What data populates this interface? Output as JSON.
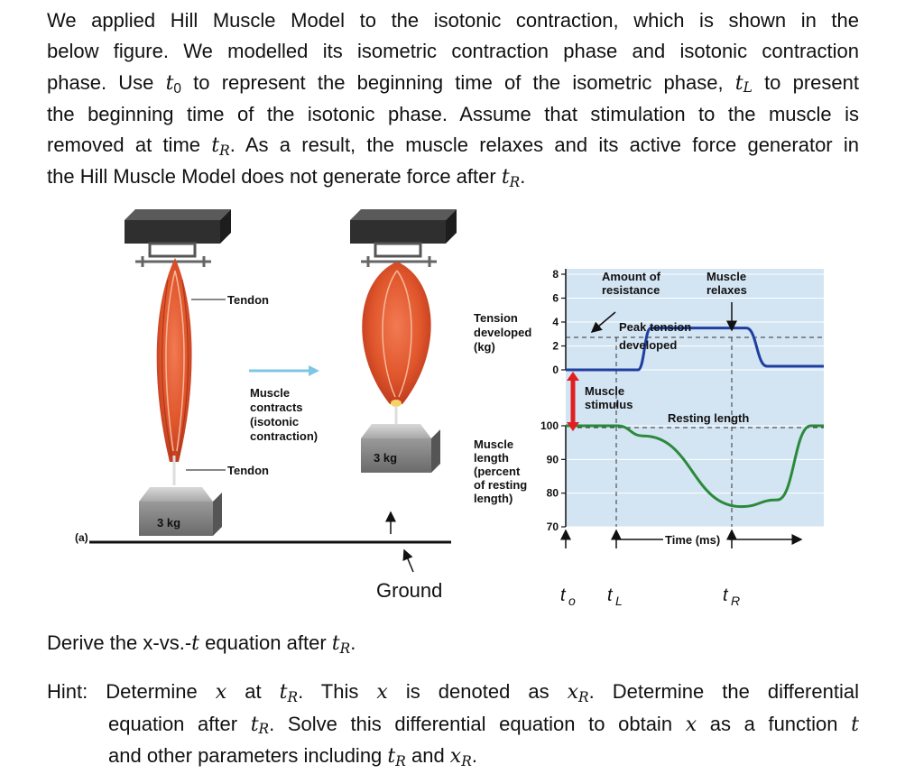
{
  "intro": {
    "line1": "We applied Hill Muscle Model to the isotonic contraction, which is shown in the",
    "line2": "below figure. We modelled its isometric contraction phase and isotonic contraction",
    "line3a": "phase. Use ",
    "line3b": " to represent the beginning time of the isometric phase, ",
    "line3c": " to present",
    "line4": "the beginning time of the isotonic phase. Assume that stimulation to the muscle is",
    "line5a": "removed at time ",
    "line5b": ". As a result, the muscle relaxes and its active force generator in",
    "line6a": "the Hill Muscle Model does not generate force after ",
    "line6b": "."
  },
  "figure": {
    "panel_label": "(a)",
    "tendon_top": "Tendon",
    "tendon_bottom": "Tendon",
    "weight_left": "3 kg",
    "weight_right": "3 kg",
    "contracts_label": [
      "Muscle",
      "contracts",
      "(isotonic",
      "contraction)"
    ],
    "ground_label": "Ground",
    "tension_axis_label": [
      "Tension",
      "developed",
      "(kg)"
    ],
    "tension_ticks": [
      "8",
      "6",
      "4",
      "2",
      "0"
    ],
    "length_axis_label": [
      "Muscle",
      "length",
      "(percent",
      "of resting",
      "length)"
    ],
    "length_ticks": [
      "100",
      "90",
      "80",
      "70"
    ],
    "amount_resistance": [
      "Amount of",
      "resistance"
    ],
    "muscle_relaxes": [
      "Muscle",
      "relaxes"
    ],
    "peak_tension": [
      "Peak tension",
      "developed"
    ],
    "muscle_stimulus": [
      "Muscle",
      "stimulus"
    ],
    "resting_length": "Resting length",
    "time_label": "Time (ms)",
    "time_marks": [
      "t",
      "t",
      "t"
    ],
    "time_subs": [
      "o",
      "L",
      "R"
    ]
  },
  "chart_data": [
    {
      "type": "line",
      "title": "",
      "ylabel": "Tension developed (kg)",
      "ylim": [
        0,
        8
      ],
      "yticks": [
        0,
        2,
        4,
        6,
        8
      ],
      "series": [
        {
          "name": "",
          "x": [
            0.0,
            0.28,
            0.33,
            0.6,
            0.7,
            0.78,
            1.0
          ],
          "values": [
            0,
            0,
            3.5,
            3.5,
            3.5,
            0.3,
            0.3
          ]
        }
      ]
    },
    {
      "type": "line",
      "title": "",
      "ylabel": "Muscle length (percent of resting length)",
      "ylim": [
        70,
        100
      ],
      "yticks": [
        70,
        80,
        90,
        100
      ],
      "series": [
        {
          "name": "",
          "x": [
            0.0,
            0.2,
            0.3,
            0.68,
            0.82,
            0.95,
            1.0
          ],
          "values": [
            100,
            100,
            97,
            76,
            78,
            100,
            100
          ]
        }
      ]
    }
  ],
  "derive": {
    "pre": "Derive the x-vs.-",
    "mid": " equation after ",
    "post": "."
  },
  "hint": {
    "l1a": "Hint: Determine ",
    "l1b": " at ",
    "l1c": ". This ",
    "l1d": " is denoted as ",
    "l1e": ". Determine the differential",
    "l2a": "equation after ",
    "l2b": ". Solve this differential equation to obtain ",
    "l2c": " as a function ",
    "l3a": "and other parameters including ",
    "l3b": " and ",
    "l3c": "."
  },
  "math": {
    "t": "t",
    "x": "x",
    "sub0": "0",
    "subL": "L",
    "subR": "R"
  }
}
